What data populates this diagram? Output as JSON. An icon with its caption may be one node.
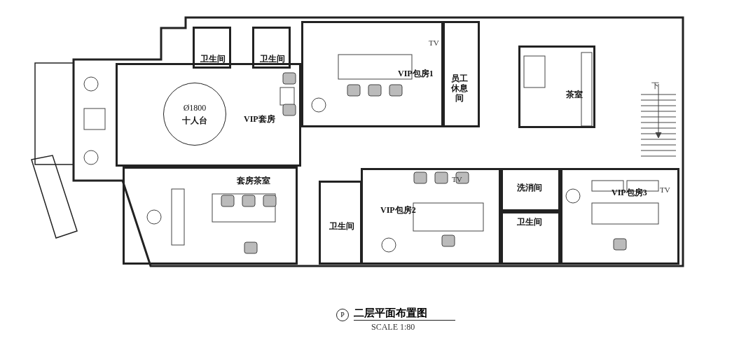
{
  "diagram": {
    "title": "二层平面布置图",
    "nodes": [
      {
        "text": [
          "卫生间"
        ]
      },
      {
        "text": [
          "卫生间"
        ]
      },
      {
        "text": [
          "VIP包房1"
        ]
      },
      {
        "text": [
          "员工休息间"
        ]
      },
      {
        "text": [
          "茶室"
        ]
      },
      {
        "text": [
          "VIP套房"
        ]
      },
      {
        "text": [
          "Ø1800",
          "十人台"
        ],
        "in": 5
      },
      {
        "text": [
          "套房茶室"
        ]
      },
      {
        "text": [
          "卫生间"
        ]
      },
      {
        "text": [
          "VIP包房2"
        ]
      },
      {
        "text": [
          "洗消间"
        ]
      },
      {
        "text": [
          "卫生间"
        ]
      },
      {
        "text": [
          "VIP包房3"
        ]
      }
    ],
    "labels": [
      "TV",
      "TV",
      "TV",
      "下",
      "P",
      "SCALE 1:80"
    ]
  }
}
